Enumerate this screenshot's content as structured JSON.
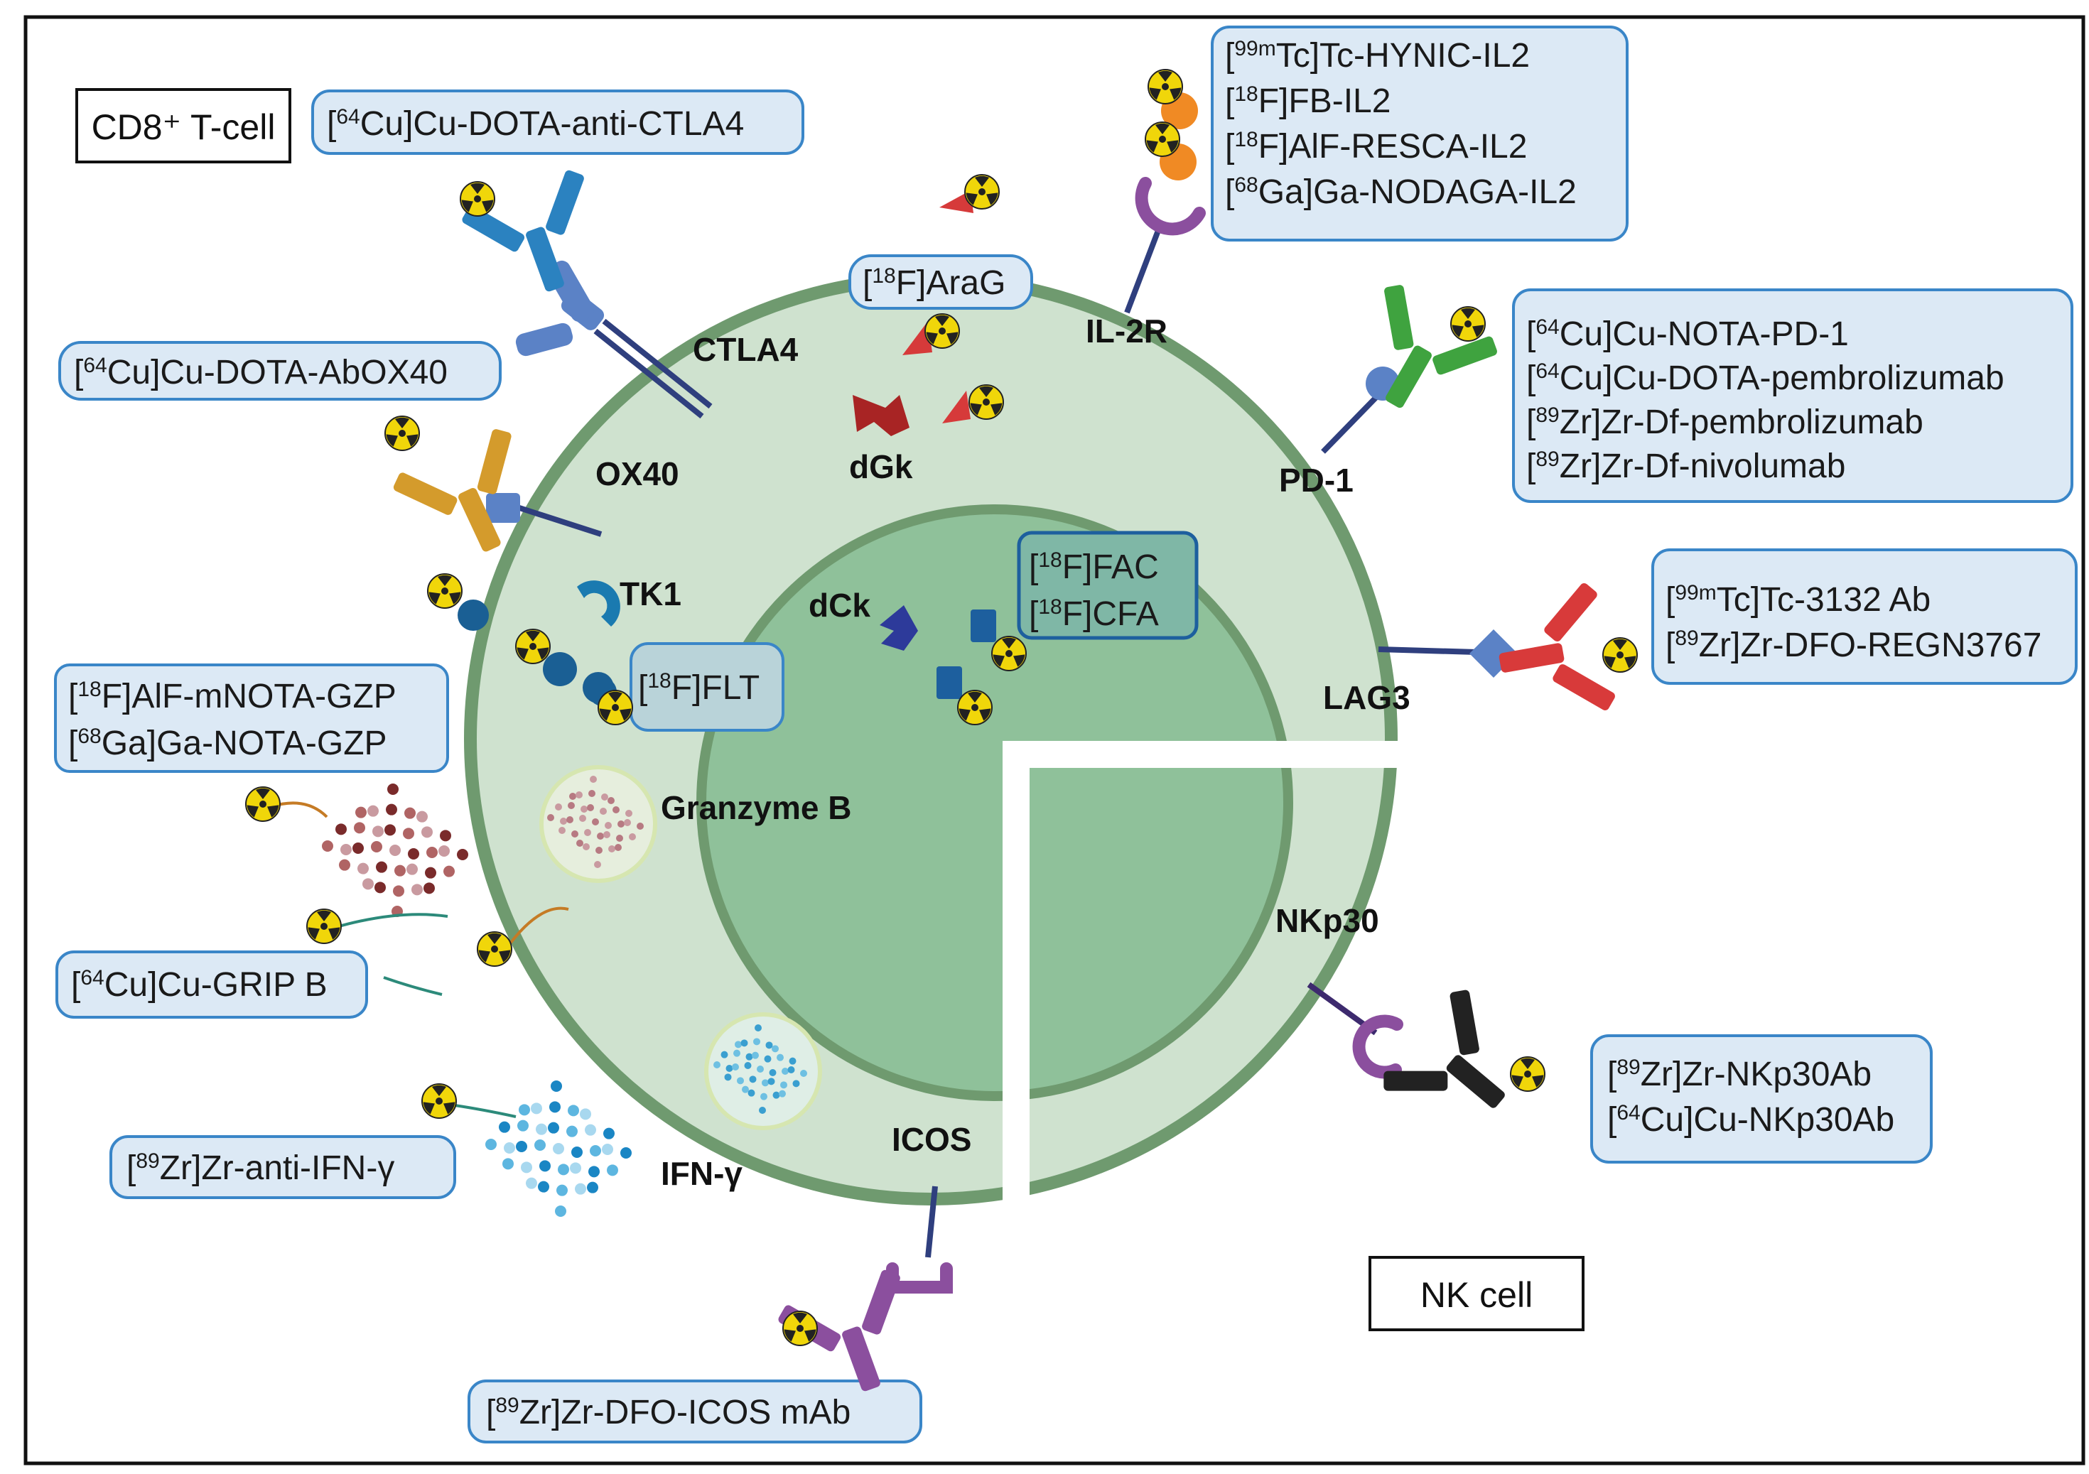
{
  "cells": {
    "t_cell": "CD8⁺ T-cell",
    "nk_cell": "NK cell"
  },
  "targets": {
    "ctla4": "CTLA4",
    "ox40": "OX40",
    "tk1": "TK1",
    "dgk": "dGk",
    "dck": "dCk",
    "il2r": "IL-2R",
    "pd1": "PD-1",
    "lag3": "LAG3",
    "nkp30": "NKp30",
    "icos": "ICOS",
    "granzyme_b": "Granzyme B",
    "ifn_gamma": "IFN-γ"
  },
  "tracers": {
    "ctla4": [
      {
        "sup": "64",
        "text": "Cu]Cu-DOTA-anti-CTLA4"
      }
    ],
    "ox40": [
      {
        "sup": "64",
        "text": "Cu]Cu-DOTA-AbOX40"
      }
    ],
    "gzp": [
      {
        "sup": "18",
        "text": "F]AlF-mNOTA-GZP"
      },
      {
        "sup": "68",
        "text": "Ga]Ga-NOTA-GZP"
      }
    ],
    "grip": [
      {
        "sup": "64",
        "text": "Cu]Cu-GRIP B"
      }
    ],
    "ifn": [
      {
        "sup": "89",
        "text": "Zr]Zr-anti-IFN-γ"
      }
    ],
    "icos": [
      {
        "sup": "89",
        "text": "Zr]Zr-DFO-ICOS mAb"
      }
    ],
    "il2": [
      {
        "sup": "99m",
        "text": "Tc]Tc-HYNIC-IL2"
      },
      {
        "sup": "18",
        "text": "F]FB-IL2"
      },
      {
        "sup": "18",
        "text": "F]AlF-RESCA-IL2"
      },
      {
        "sup": "68",
        "text": "Ga]Ga-NODAGA-IL2"
      }
    ],
    "pd1": [
      {
        "sup": "64",
        "text": "Cu]Cu-NOTA-PD-1"
      },
      {
        "sup": "64",
        "text": "Cu]Cu-DOTA-pembrolizumab"
      },
      {
        "sup": "89",
        "text": "Zr]Zr-Df-pembrolizumab"
      },
      {
        "sup": "89",
        "text": "Zr]Zr-Df-nivolumab"
      }
    ],
    "lag3": [
      {
        "sup": "99m",
        "text": "Tc]Tc-3132 Ab"
      },
      {
        "sup": "89",
        "text": "Zr]Zr-DFO-REGN3767"
      }
    ],
    "nkp30": [
      {
        "sup": "89",
        "text": "Zr]Zr-NKp30Ab"
      },
      {
        "sup": "64",
        "text": "Cu]Cu-NKp30Ab"
      }
    ],
    "araG": [
      {
        "sup": "18",
        "text": "F]AraG"
      }
    ],
    "flt": [
      {
        "sup": "18",
        "text": "F]FLT"
      }
    ],
    "fac": [
      {
        "sup": "18",
        "text": "F]FAC"
      },
      {
        "sup": "18",
        "text": "F]CFA"
      }
    ]
  },
  "icons": {
    "radioactive": "radioactive-icon",
    "antibody": "antibody-icon"
  },
  "colors": {
    "outer_cell": "#cfe2cf",
    "outer_border": "#6f9a6f",
    "nucleus": "#8fc19a",
    "box_fill": "#dce9f5",
    "box_border": "#3a86c8",
    "ctla4": "#2b82c0",
    "ox40": "#d49b2c",
    "pd1": "#3fa33f",
    "lag3": "#d83a3a",
    "nkp30": "#222222",
    "icos": "#8b4f9e",
    "il2": "#f08a24",
    "dgk": "#a82424",
    "dck": "#2d3a9a",
    "tk1": "#1a5f94"
  }
}
